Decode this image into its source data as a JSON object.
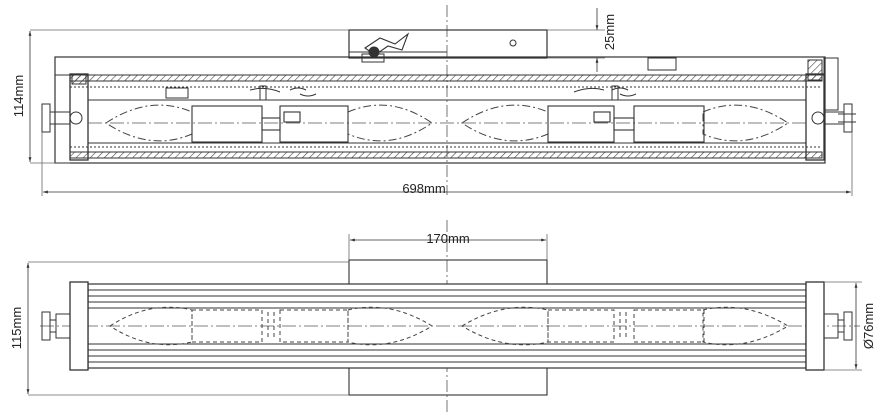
{
  "drawing": {
    "side_view": {
      "overall_height": "114mm",
      "overall_length": "698mm",
      "mount_height": "25mm"
    },
    "top_view": {
      "bracket_width": "170mm",
      "body_height": "115mm",
      "end_diameter": "Ø76mm"
    },
    "colors": {
      "line": "#333333",
      "thin": "#555555",
      "hatch": "#444444",
      "background": "#ffffff"
    }
  }
}
